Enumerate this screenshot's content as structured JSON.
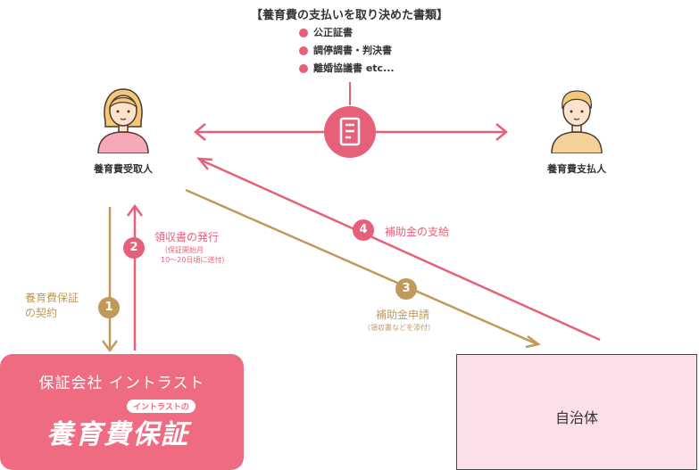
{
  "documents": {
    "title": "【養育費の支払いを取り決めた書類】",
    "items": [
      "公正証書",
      "調停調書・判決書",
      "離婚協議書 etc..."
    ]
  },
  "people": {
    "recipient": "養育費受取人",
    "payer": "養育費支払人"
  },
  "steps": [
    {
      "number": "1",
      "label_lines": [
        "養育費保証",
        "の契約"
      ],
      "note": ""
    },
    {
      "number": "2",
      "label": "領収書の発行",
      "note_lines": [
        "（保証開始月",
        "10〜20日頃に送付）"
      ]
    },
    {
      "number": "3",
      "label": "補助金申請",
      "note": "（領収書などを添付）"
    },
    {
      "number": "4",
      "label": "補助金の支給"
    }
  ],
  "company": {
    "name": "保証会社 イントラスト",
    "logo_sub": "イントラストの",
    "logo_main": "養育費保証"
  },
  "municipality": {
    "name": "自治体"
  },
  "icons": {
    "document": "document-icon",
    "recipient_avatar": "woman-avatar-icon",
    "payer_avatar": "man-avatar-icon"
  },
  "colors": {
    "pink": "#e7607a",
    "gold": "#c19a5b",
    "company_bg": "#ee6b82",
    "municipality_bg": "#fbe0e7"
  }
}
